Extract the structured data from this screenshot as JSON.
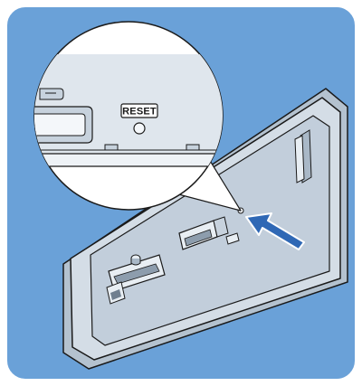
{
  "diagram": {
    "label_reset": "RESET",
    "colors": {
      "background_panel": "#6aa1d8",
      "panel_border": "#ffffff",
      "faceplate_fill": "#d4dde6",
      "faceplate_shadow": "#b4c2cf",
      "inner_recess": "#c2cedb",
      "line": "#1a1a1a",
      "magnifier_fill": "#ffffff",
      "arrow_fill": "#2f68b5"
    },
    "icons": [
      "magnifier-callout",
      "reset-pinhole",
      "pointer-arrow"
    ]
  }
}
